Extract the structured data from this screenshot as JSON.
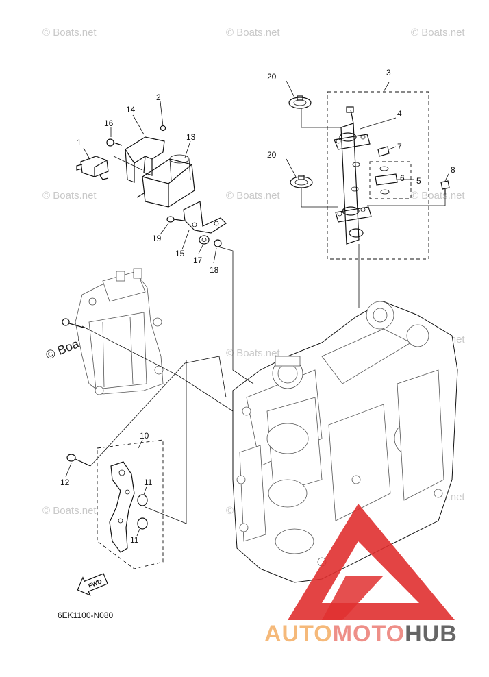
{
  "callouts": {
    "c1": "1",
    "c2": "2",
    "c3": "3",
    "c4": "4",
    "c5": "5",
    "c6": "6",
    "c7": "7",
    "c8": "8",
    "c10": "10",
    "c11a": "11",
    "c11b": "11",
    "c12": "12",
    "c13": "13",
    "c14": "14",
    "c15": "15",
    "c16": "16",
    "c17": "17",
    "c18": "18",
    "c19": "19",
    "c20a": "20",
    "c20b": "20"
  },
  "watermark": {
    "text": "© Boats.net",
    "large_text": "© Boats.net"
  },
  "diagram_code": "6EK1100-N080",
  "fwd_label": "FWD",
  "brand": {
    "part1": "AUTO",
    "part2": "MOTO",
    "part3": "HUB",
    "color_light": "#f5b97a",
    "color_mid": "#ee8f88",
    "color_dark": "#666666",
    "triangle_color": "#e03030"
  }
}
